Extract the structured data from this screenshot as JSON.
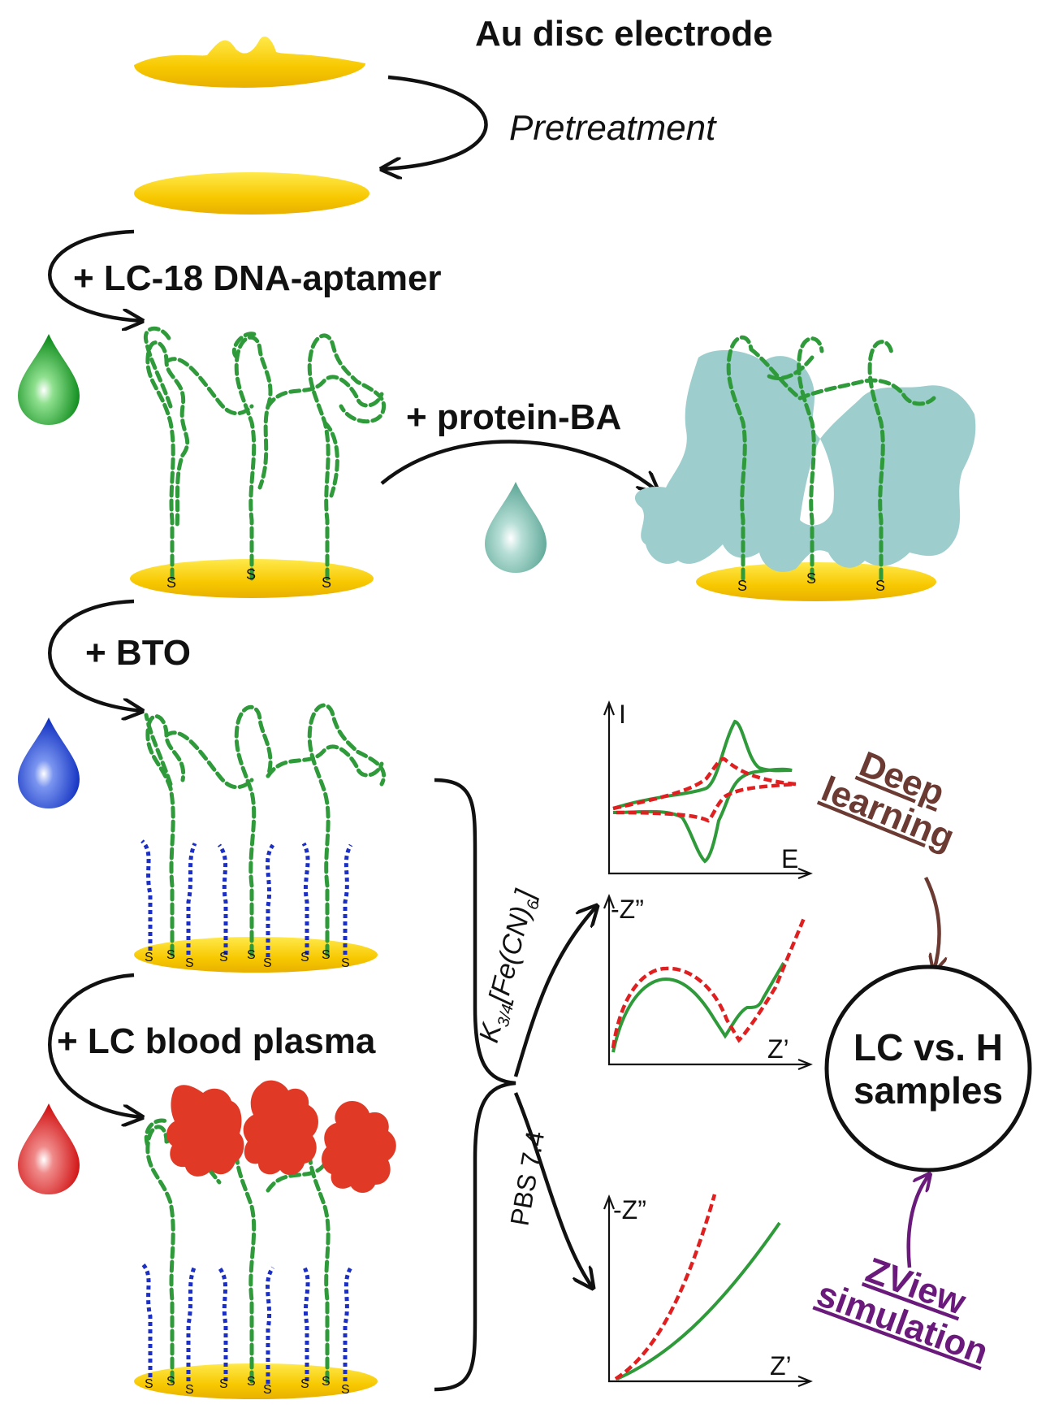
{
  "labels": {
    "title": "Au disc electrode",
    "pretreatment": "Pretreatment",
    "step_aptamer": "+ LC-18 DNA-aptamer",
    "step_protein": "+ protein-BA",
    "step_bto": "+ BTO",
    "step_plasma": "+ LC blood plasma",
    "redox_probe_main": "K",
    "redox_probe_sub1": "3/4",
    "redox_probe_mid": "[Fe(CN)",
    "redox_probe_sub2": "6",
    "redox_probe_end": "]",
    "buffer": "PBS 7.4",
    "deep_learning_line1": "Deep",
    "deep_learning_line2": "learning",
    "zview_line1": "ZView",
    "zview_line2": "simulation",
    "result_line1": "LC vs. H",
    "result_line2": "samples",
    "sulfur": "S"
  },
  "plots": {
    "cv": {
      "y_label": "I",
      "x_label": "E"
    },
    "eis_redox": {
      "y_label": "-Z”",
      "x_label": "Z’"
    },
    "eis_pbs": {
      "y_label": "-Z”",
      "x_label": "Z’"
    }
  },
  "colors": {
    "gold": "#f5c400",
    "dna": "#2e9a3a",
    "bto": "#1c2fc4",
    "protein": "#9dcdcd",
    "plasma": "#e03a26",
    "curve_green": "#2e9a3a",
    "curve_red": "#e02020",
    "deep_learning": "#6b3a32",
    "zview": "#6a1a7a"
  },
  "icons": [
    "drop-green-icon",
    "drop-teal-icon",
    "drop-blue-icon",
    "drop-red-icon"
  ]
}
